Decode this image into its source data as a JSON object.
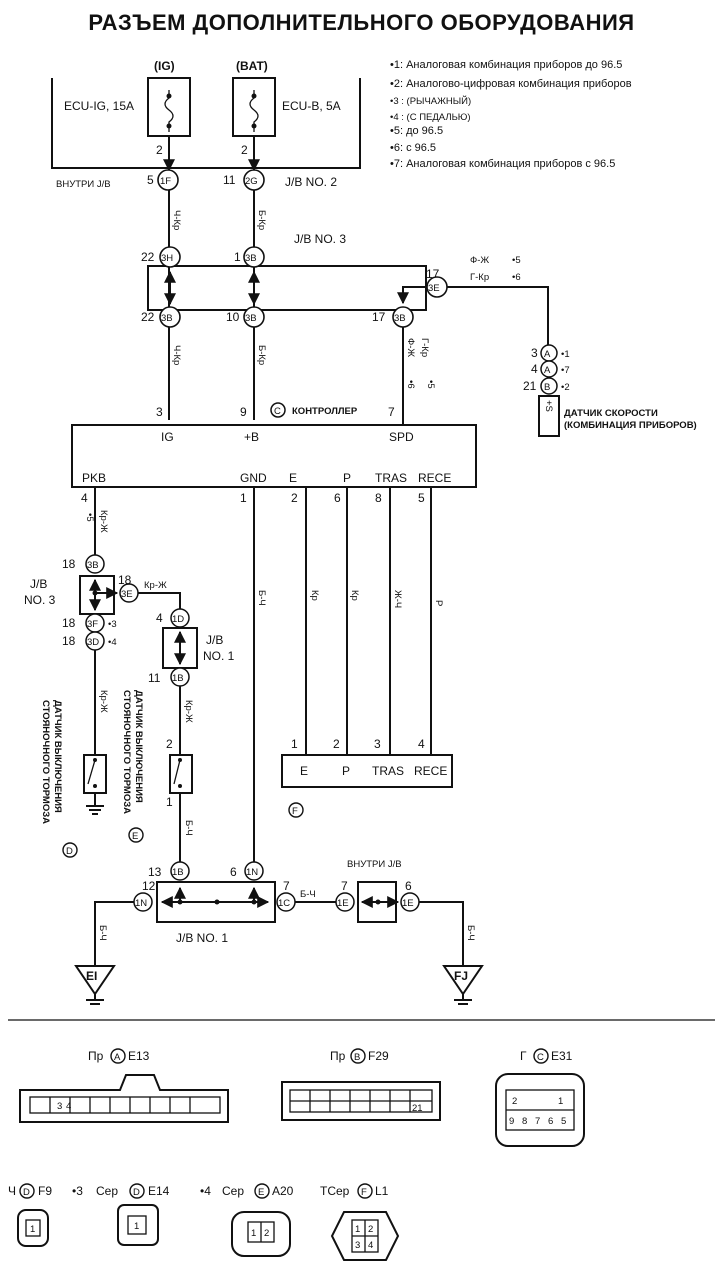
{
  "title": "РАЗЪЕМ ДОПОЛНИТЕЛЬНОГО ОБОРУДОВАНИЯ",
  "notes": [
    "•1: Аналоговая комбинация приборов до 96.5",
    "•2: Аналогово-цифровая комбинация приборов",
    "•3 : (РЫЧАЖНЫЙ)",
    "•4 : (С ПЕДАЛЬЮ)",
    "•5: до 96.5",
    "•6: с 96.5",
    "•7: Аналоговая комбинация приборов с 96.5"
  ],
  "fuses": {
    "ig_head": "(IG)",
    "bat_head": "(BAT)",
    "ig_name": "ECU-IG, 15A",
    "bat_name": "ECU-B, 5A",
    "ig_pin": "2",
    "bat_pin": "2",
    "inside_jb": "ВНУТРИ J/B",
    "jb2": "J/B  NO. 2",
    "ig_conn_num": "5",
    "ig_conn": "1F",
    "bat_conn_num": "11",
    "bat_conn": "2G"
  },
  "jb3_top": {
    "name": "J/B NO. 3",
    "c1_num": "22",
    "c1": "3H",
    "c2_num": "1",
    "c2": "3B",
    "c3_num": "17",
    "c3": "3E",
    "b1_num": "22",
    "b1": "3B",
    "b2_num": "10",
    "b2": "3B",
    "b3_num": "17",
    "b3": "3B"
  },
  "wires": {
    "w_ig": "Ч-Кр",
    "w_bat": "Б-Кр",
    "w_ig2": "Ч-Кр",
    "w_bat2": "Б-Кр",
    "w_spd": "Ф-Ж",
    "w_spd2": "Г-Кр",
    "m5": "•5",
    "m6": "•6",
    "spd_fzh": "Ф-Ж",
    "spd_fzh_m": "•5",
    "spd_gkr": "Г-Кр",
    "spd_gkr_m": "•6",
    "pkb": "Кр-Ж",
    "pkb_m": "•5",
    "kr_zh_h": "Кр-Ж",
    "gnd": "Б-Ч",
    "e": "Кр",
    "p": "Кр",
    "tras": "Ж-Ч",
    "rece": "Р",
    "d_sw": "Кр-Ж",
    "e_sw": "Кр-Ж",
    "e_gnd": "Б-Ч",
    "bc": "Б-Ч",
    "ei": "Б-Ч",
    "fj": "Б-Ч"
  },
  "sensor": {
    "a1_num": "3",
    "a1": "A",
    "a1_m": "•1",
    "a7_num": "4",
    "a7": "A",
    "a7_m": "•7",
    "b2_num": "21",
    "b2": "B",
    "b2_m": "•2",
    "plus": "+S",
    "label1": "ДАТЧИК СКОРОСТИ",
    "label2": "(КОМБИНАЦИЯ ПРИБОРОВ)"
  },
  "controller": {
    "mark": "C",
    "name": "КОНТРОЛЛЕР",
    "pin_ig": "3",
    "pin_b": "9",
    "pin_spd": "7",
    "lab_ig": "IG",
    "lab_b": "+B",
    "lab_spd": "SPD",
    "lab_pkb": "PKB",
    "lab_gnd": "GND",
    "lab_e": "E",
    "lab_p": "P",
    "lab_tras": "TRAS",
    "lab_rece": "RECE",
    "pin_pkb": "4",
    "pin_gnd": "1",
    "pin_e": "2",
    "pin_p": "6",
    "pin_tras": "8",
    "pin_rece": "5"
  },
  "jb3_left": {
    "name1": "J/B",
    "name2": "NO. 3",
    "t_num": "18",
    "t": "3B",
    "r_num": "18",
    "r": "3E",
    "f_num": "18",
    "f": "3F",
    "f_m": "•3",
    "d_num": "18",
    "d": "3D",
    "d_m": "•4"
  },
  "jb1_mid": {
    "name1": "J/B",
    "name2": "NO. 1",
    "t_num": "4",
    "t": "1D",
    "b_num": "11",
    "b": "1B"
  },
  "switch_d": {
    "l1": "ДАТЧИК ВЫКЛЮЧЕНИЯ",
    "l2": "СТОЯНОЧНОГО ТОРМОЗА",
    "mark": "D"
  },
  "switch_e": {
    "l1": "ДАТЧИК ВЫКЛЮЧЕНИЯ",
    "l2": "СТОЯНОЧНОГО ТОРМОЗА",
    "mark": "E",
    "pin": "2",
    "pin2": "1"
  },
  "f_conn": {
    "p1": "1",
    "p2": "2",
    "p3": "3",
    "p4": "4",
    "e": "E",
    "p": "P",
    "tras": "TRAS",
    "rece": "RECE",
    "mark": "F"
  },
  "jb1_bottom": {
    "name": "J/B NO. 1",
    "c13_num": "13",
    "c13": "1B",
    "c6_num": "6",
    "c6": "1N",
    "c12_num": "12",
    "c12": "1N",
    "c7_num": "7",
    "c7": "1C"
  },
  "inside_jb2": {
    "label": "ВНУТРИ J/B",
    "l_num": "7",
    "l": "1E",
    "r_num": "6",
    "r": "1E"
  },
  "grounds": {
    "ei": "EI",
    "fj": "FJ"
  },
  "connectors": {
    "a": {
      "pre": "Пр",
      "mark": "A",
      "code": "E13",
      "pins": [
        "3",
        "4"
      ]
    },
    "b": {
      "pre": "Пр",
      "mark": "B",
      "code": "F29",
      "pins": [
        "21"
      ]
    },
    "c": {
      "pre": "Г",
      "mark": "C",
      "code": "E31",
      "pins_top": [
        "2",
        "1"
      ],
      "pins_bot": [
        "9",
        "8",
        "7",
        "6",
        "5"
      ]
    },
    "d1": {
      "pre": "Ч",
      "mark": "D",
      "code": "F9",
      "m": "•3",
      "pins": [
        "1"
      ]
    },
    "d2": {
      "pre": "Сер",
      "mark": "D",
      "code": "E14",
      "m": "•4",
      "pins": [
        "1"
      ]
    },
    "e": {
      "pre": "Сер",
      "mark": "E",
      "code": "A20",
      "pins": [
        "1",
        "2"
      ]
    },
    "f": {
      "pre": "ТСер",
      "mark": "F",
      "code": "L1",
      "pins": [
        "1",
        "2",
        "3",
        "4"
      ]
    }
  }
}
